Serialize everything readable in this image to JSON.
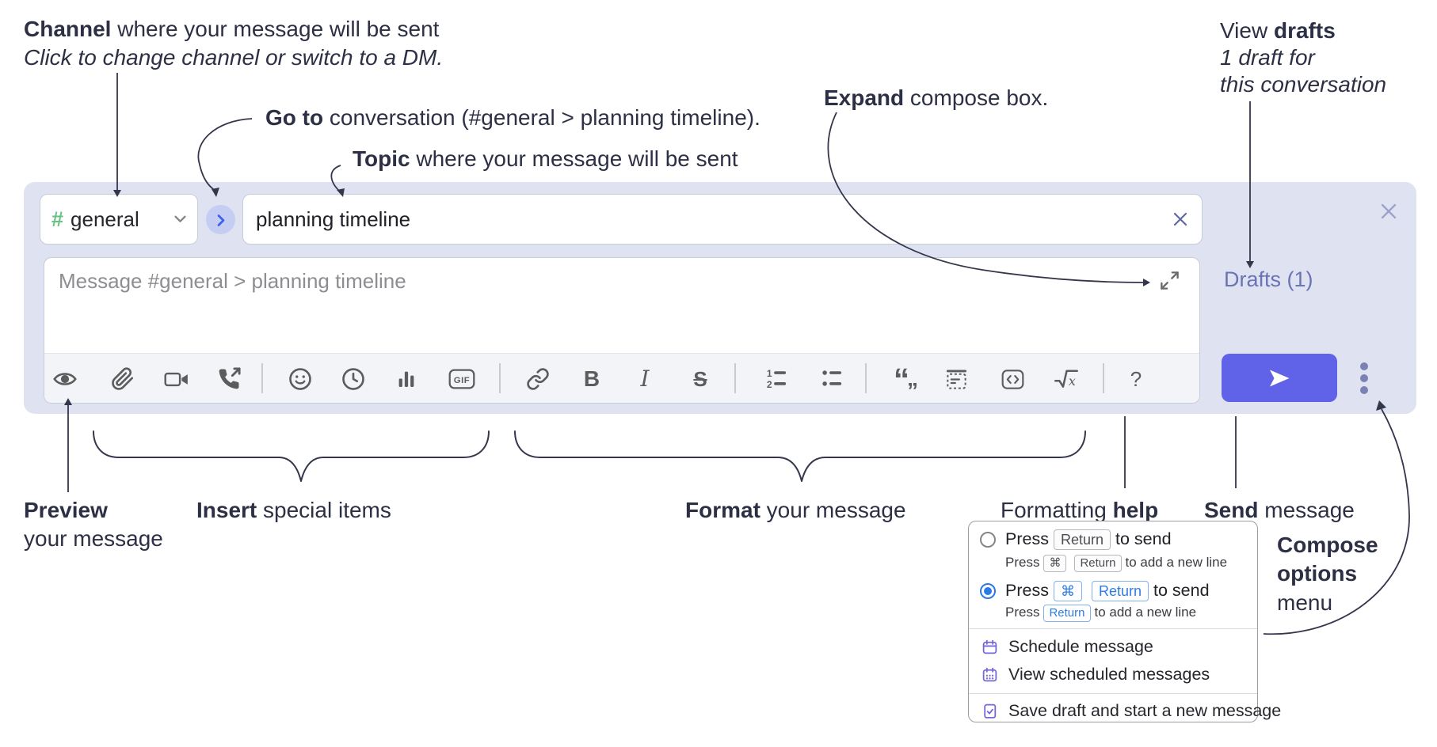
{
  "colors": {
    "accent_send": "#6062e8",
    "annotation_text": "#2d3044",
    "container_bg": "#dfe2f1",
    "drafts_link_purple": "#6a73b4",
    "keycap_blue": "#2e7ce2",
    "menu_icon_purple": "#7468d8",
    "channel_hash_green": "#69c184",
    "goto_chevron_blue": "#3c62e8"
  },
  "annotations": {
    "channel": {
      "bold": "Channel",
      "rest": " where your message will be sent",
      "line2": "Click to change channel or switch to a DM."
    },
    "goto": {
      "bold": "Go to",
      "rest": " conversation (#general > planning timeline)."
    },
    "topic": {
      "bold": "Topic",
      "rest": " where your message will be sent"
    },
    "expand": {
      "bold": "Expand",
      "rest": " compose box."
    },
    "view_drafts": {
      "pre": "View ",
      "bold": "drafts",
      "line2": "1 draft for",
      "line3": "this conversation"
    },
    "preview": {
      "bold": "Preview",
      "line2": "your message"
    },
    "insert": {
      "bold": "Insert",
      "rest": " special items"
    },
    "format": {
      "bold": "Format",
      "rest": " your message"
    },
    "help": {
      "pre": "Formatting ",
      "bold": "help"
    },
    "send": {
      "bold": "Send",
      "rest": " message"
    },
    "compose_options": {
      "line1": "Compose",
      "line2": "options",
      "line3": "menu"
    }
  },
  "compose": {
    "channel": {
      "hash": "#",
      "name": "general"
    },
    "topic": {
      "value": "planning timeline"
    },
    "message": {
      "placeholder": "Message #general > planning timeline"
    },
    "drafts_link": "Drafts (1)",
    "toolbar_icons": [
      "preview-eye",
      "attach-file",
      "video-call",
      "voice-call",
      "emoji",
      "global-time",
      "poll",
      "gif",
      "link",
      "bold",
      "italic",
      "strikethrough",
      "numbered-list",
      "bulleted-list",
      "quote",
      "spoiler",
      "code",
      "math",
      "help"
    ],
    "toolbar_glyphs": {
      "gif": "GIF",
      "bold": "B",
      "italic": "I",
      "strike": "S",
      "help": "?",
      "math_x": "x"
    }
  },
  "popup": {
    "option1": {
      "press": "Press",
      "key": "Return",
      "after": "to send",
      "sub": {
        "press": "Press",
        "key1": "⌘",
        "key2": "Return",
        "after": "to add a new line"
      }
    },
    "option2": {
      "press": "Press",
      "key1": "⌘",
      "key2": "Return",
      "after": "to send",
      "sub": {
        "press": "Press",
        "key": "Return",
        "after": "to add a new line"
      }
    },
    "items": [
      {
        "label": "Schedule message"
      },
      {
        "label": "View scheduled messages"
      },
      {
        "label": "Save draft and start a new message"
      }
    ]
  }
}
